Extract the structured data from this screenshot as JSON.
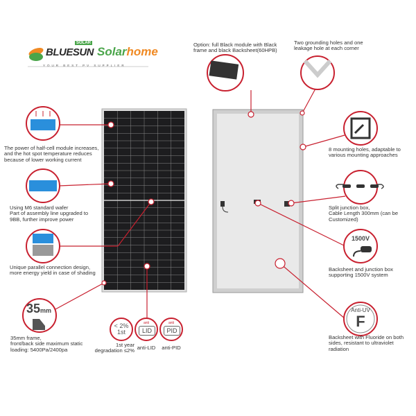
{
  "brand": {
    "logo_text": "BLUESUN",
    "logo_badge": "SOLAR",
    "partner_a": "Solar",
    "partner_b": "home",
    "tagline": "YOUR BEST PV SUPPLIER"
  },
  "colors": {
    "accent": "#c8202f",
    "brand_green": "#4aa54a",
    "brand_orange": "#f08a24",
    "cell": "#1d1d1f",
    "backsheet": "#e6e6e6"
  },
  "features_left": [
    {
      "icon": "half-cell-icon",
      "text": "The power of half-cell module increases,\nand the hot spot temperature reduces\nbecause of lower working current"
    },
    {
      "icon": "wafer-icon",
      "text": "Using M6 standard wafer\nPart of assembly line upgraded to\n9BB, further improve power"
    },
    {
      "icon": "parallel-connection-icon",
      "text": "Unique parallel connection design,\nmore energy yield in case of shading"
    },
    {
      "icon": "frame-icon",
      "icon_label": "35",
      "icon_unit": "mm",
      "text": "35mm frame,\nfront/back side maximum static\nloading: 5400Pa/2400pa"
    }
  ],
  "features_bottom": [
    {
      "icon": "degradation-icon",
      "icon_label": "< 2%",
      "icon_sub": "1st",
      "text": "1st year\ndegradation ≤2%"
    },
    {
      "icon": "anti-lid-icon",
      "icon_top": "anti",
      "icon_label": "LID",
      "text": "anti-LID"
    },
    {
      "icon": "anti-pid-icon",
      "icon_top": "anti",
      "icon_label": "PID",
      "text": "anti-PID"
    }
  ],
  "features_top": [
    {
      "icon": "black-module-icon",
      "text": "Option: full Black module with Black\nframe and black Backsheet(60HPB)"
    },
    {
      "icon": "grounding-hole-icon",
      "text": "Two grounding holes and one\nleakage hole at each corner"
    }
  ],
  "features_right": [
    {
      "icon": "mounting-icon",
      "text": "8 mounting holes, adaptable to\nvarious mounting approaches"
    },
    {
      "icon": "junction-box-icon",
      "text": "Split junction box,\nCable Length 300mm (can be\nCustomized)"
    },
    {
      "icon": "voltage-icon",
      "icon_label": "1500V",
      "text": "Backsheet and junction box\nsupporting 1500V system"
    },
    {
      "icon": "anti-uv-icon",
      "icon_label": "Anti-UV",
      "icon_sub": "F",
      "text": "Backsheet with Fluoride on both\nsides, resistant to ultraviolet\nradiation"
    }
  ]
}
